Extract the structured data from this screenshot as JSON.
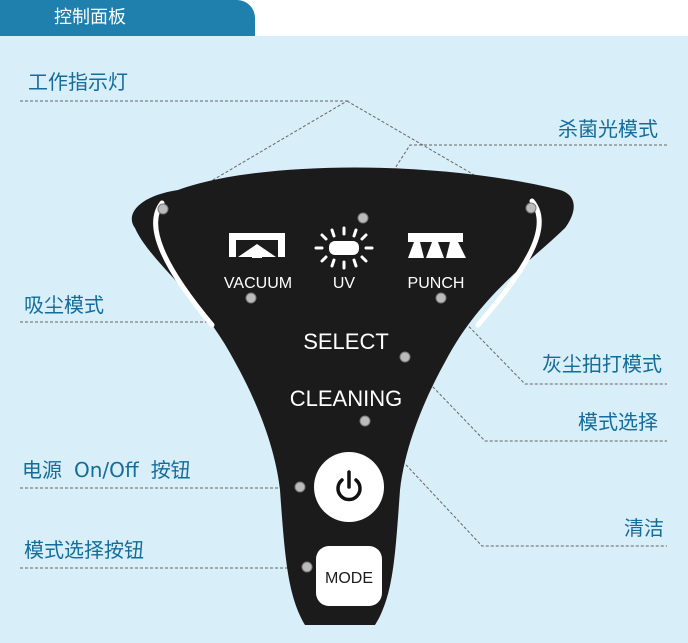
{
  "tab_title": "控制面板",
  "callouts": {
    "indicator": "工作指示灯",
    "uv_mode": "杀菌光模式",
    "vacuum_mode": "吸尘模式",
    "punch_mode": "灰尘拍打模式",
    "mode_select": "模式选择",
    "power_prefix": "电源",
    "power_onoff": "On/Off",
    "power_suffix": "按钮",
    "clean": "清洁",
    "mode_button": "模式选择按钮"
  },
  "device": {
    "vacuum": "VACUUM",
    "uv": "UV",
    "punch": "PUNCH",
    "select": "SELECT",
    "cleaning": "CLEANING",
    "mode_btn": "MODE",
    "power_symbol": "⏻"
  },
  "colors": {
    "tab": "#1f7fad",
    "panel_bg": "#d8eef8",
    "callout_text": "#146c9a",
    "device_body": "#1b1b1b",
    "button_face": "#ffffff"
  }
}
